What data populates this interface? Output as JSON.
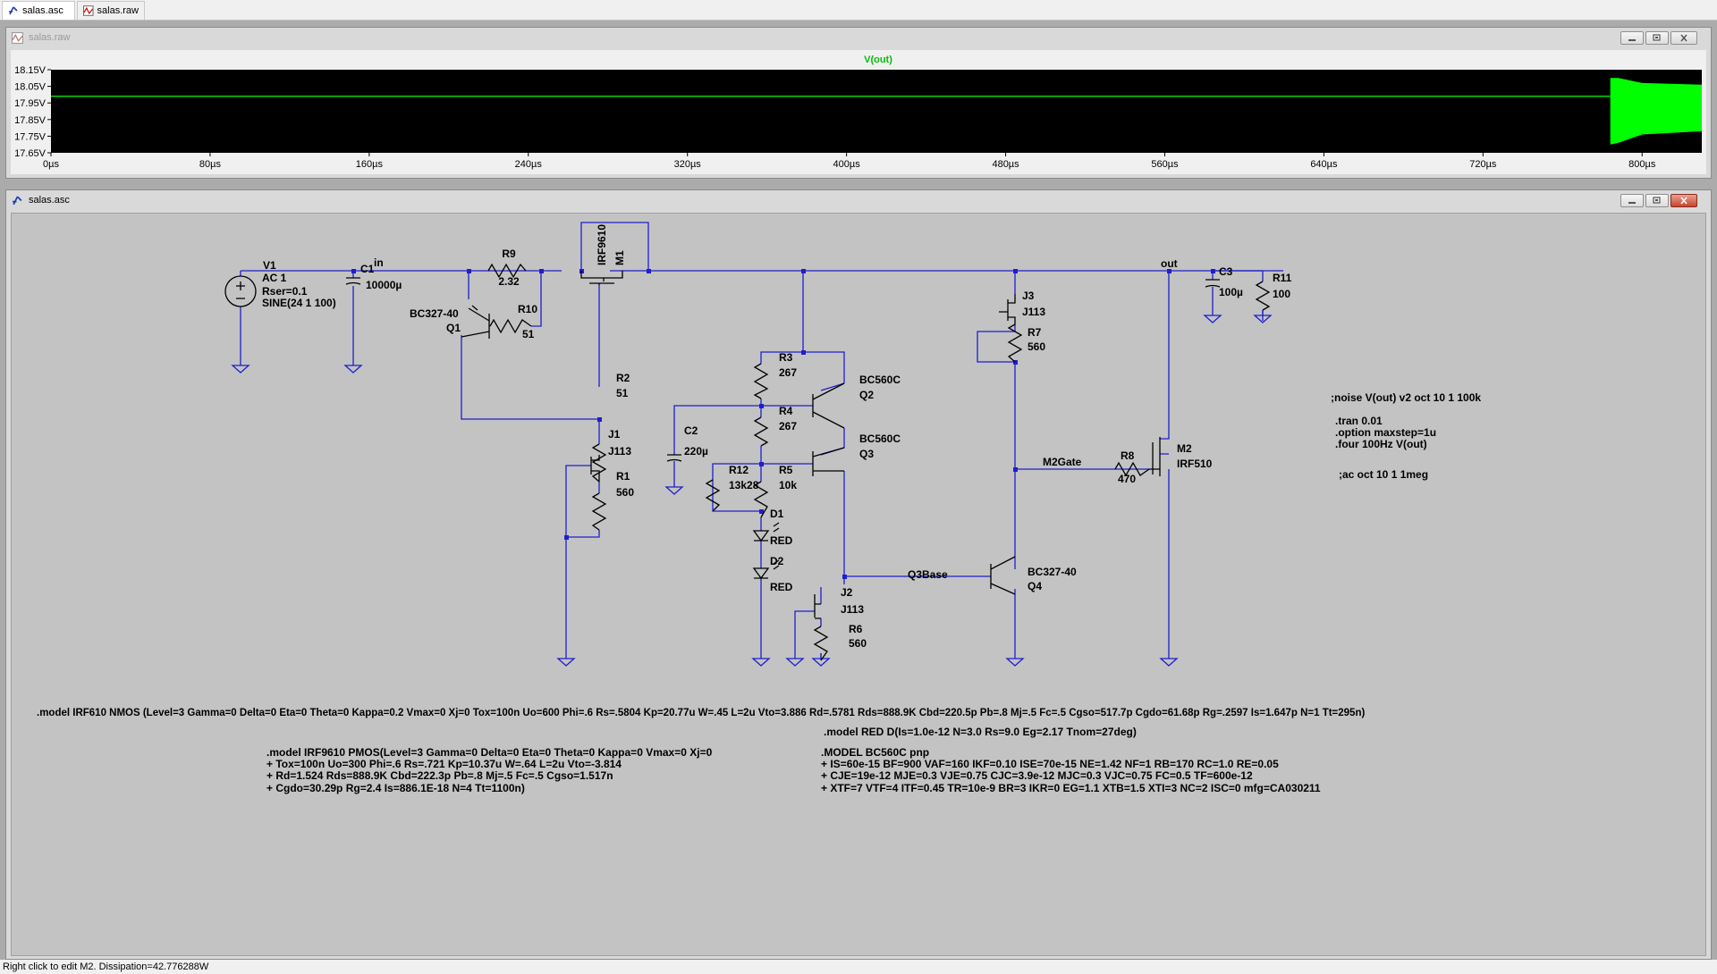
{
  "tabs": [
    {
      "label": "salas.asc",
      "icon": "schematic-icon"
    },
    {
      "label": "salas.raw",
      "icon": "waveform-icon"
    }
  ],
  "waveform_window": {
    "title": "salas.raw",
    "trace_label": "V(out)",
    "trace_color": "#00ff00",
    "y_ticks": [
      "18.15V",
      "18.05V",
      "17.95V",
      "17.85V",
      "17.75V",
      "17.65V"
    ],
    "x_ticks": [
      "0µs",
      "80µs",
      "160µs",
      "240µs",
      "320µs",
      "400µs",
      "480µs",
      "560µs",
      "640µs",
      "720µs",
      "800µs"
    ]
  },
  "chart_data": {
    "type": "line",
    "title": "V(out)",
    "xlabel": "",
    "ylabel": "",
    "x_unit": "µs",
    "y_unit": "V",
    "xlim": [
      0,
      830
    ],
    "ylim": [
      17.65,
      18.15
    ],
    "series": [
      {
        "name": "V(out)",
        "x": [
          0,
          784
        ],
        "y": [
          17.99,
          17.99
        ],
        "color": "#00ff00"
      },
      {
        "name": "V(out)",
        "x": [
          784,
          788,
          800,
          830
        ],
        "y_upper": [
          18.1,
          18.1,
          18.07,
          18.06
        ],
        "y_lower": [
          17.7,
          17.71,
          17.76,
          17.78
        ],
        "color": "#00ff00"
      }
    ],
    "grid": false
  },
  "schematic_window": {
    "title": "salas.asc",
    "wire_color": "#1f1fcc",
    "component_color": "#000000",
    "labels": {
      "v1": "V1",
      "v1_ac": "AC 1",
      "v1_rser": "Rser=0.1",
      "v1_sine": "SINE(24 1 100)",
      "in": "in",
      "c1": "C1",
      "c1_val": "10000µ",
      "r9": "R9",
      "r9_val": "2.32",
      "m1": "M1",
      "m1_model": "IRF9610",
      "q1_model": "BC327-40",
      "q1": "Q1",
      "r10": "R10",
      "r10_val": "51",
      "r2": "R2",
      "r2_val": "51",
      "j1": "J1",
      "j1_model": "J113",
      "r1": "R1",
      "r1_val": "560",
      "r3": "R3",
      "r3_val": "267",
      "q2_model": "BC560C",
      "q2": "Q2",
      "c2": "C2",
      "c2_val": "220µ",
      "r4": "R4",
      "r4_val": "267",
      "q3_model": "BC560C",
      "q3": "Q3",
      "r12": "R12",
      "r12_val": "13k28",
      "r5": "R5",
      "r5_val": "10k",
      "d1": "D1",
      "d1_model": "RED",
      "d2": "D2",
      "d2_model": "RED",
      "j2": "J2",
      "j2_model": "J113",
      "r6": "R6",
      "r6_val": "560",
      "q3base": "Q3Base",
      "q4_model": "BC327-40",
      "q4": "Q4",
      "j3": "J3",
      "j3_model": "J113",
      "r7": "R7",
      "r7_val": "560",
      "m2gate": "M2Gate",
      "r8": "R8",
      "r8_val": "470",
      "m2": "M2",
      "m2_model": "IRF510",
      "out": "out",
      "c3": "C3",
      "c3_val": "100µ",
      "r11": "R11",
      "r11_val": "100"
    },
    "directives": [
      ";noise V(out) v2 oct 10 1 100k",
      ".tran 0.01",
      ".option maxstep=1u",
      ".four 100Hz V(out)",
      ";ac oct 10 1 1meg"
    ],
    "models": {
      "irf610": ".model IRF610 NMOS (Level=3 Gamma=0 Delta=0 Eta=0 Theta=0 Kappa=0.2 Vmax=0 Xj=0 Tox=100n Uo=600 Phi=.6 Rs=.5804 Kp=20.77u W=.45 L=2u Vto=3.886 Rd=.5781 Rds=888.9K Cbd=220.5p Pb=.8 Mj=.5 Fc=.5 Cgso=517.7p Cgdo=61.68p Rg=.2597 Is=1.647p N=1 Tt=295n)",
      "red": ".model RED D(Is=1.0e-12 N=3.0 Rs=9.0 Eg=2.17 Tnom=27deg)",
      "irf9610": [
        ".model IRF9610 PMOS(Level=3 Gamma=0 Delta=0 Eta=0 Theta=0 Kappa=0 Vmax=0 Xj=0",
        "+ Tox=100n Uo=300 Phi=.6 Rs=.721 Kp=10.37u W=.64 L=2u Vto=-3.814",
        "+ Rd=1.524 Rds=888.9K Cbd=222.3p Pb=.8 Mj=.5 Fc=.5 Cgso=1.517n",
        "+ Cgdo=30.29p Rg=2.4 Is=886.1E-18 N=4 Tt=1100n)"
      ],
      "bc560c": [
        ".MODEL BC560C pnp",
        "+ IS=60e-15 BF=900 VAF=160 IKF=0.10 ISE=70e-15 NE=1.42 NF=1 RB=170 RC=1.0 RE=0.05",
        "+ CJE=19e-12 MJE=0.3 VJE=0.75 CJC=3.9e-12 MJC=0.3 VJC=0.75 FC=0.5 TF=600e-12",
        "+ XTF=7 VTF=4 ITF=0.45 TR=10e-9 BR=3 IKR=0 EG=1.1 XTB=1.5 XTI=3 NC=2 ISC=0 mfg=CA030211"
      ]
    }
  },
  "status_bar": "Right click to edit M2.  Dissipation=42.776288W"
}
